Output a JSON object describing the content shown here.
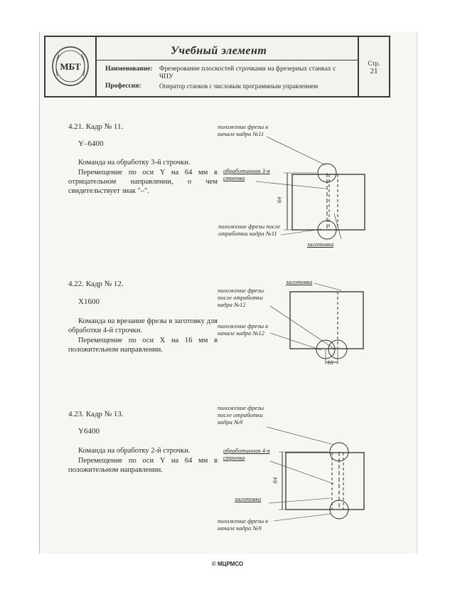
{
  "header": {
    "title": "Учебный элемент",
    "name_label": "Наименование:",
    "name_value": "Фрезерование плоскостей строчками на фрезерных станках с ЧПУ",
    "profession_label": "Профессия:",
    "profession_value": "Оператор станков с числовым программным управлением",
    "page_label": "Стр.",
    "page_number": "21",
    "logo_text": "МБТ"
  },
  "sections": [
    {
      "title": "4.21. Кадр № 11.",
      "code": "Y–6400",
      "para1": "Команда на обработку 3-й строчки.",
      "para2": "Перемещение по оси Y на 64 мм в отрицательном направлении, о чем свидетельствует знак \"–\".",
      "notes": {
        "start": "положение фрезы в начале кадра №11",
        "machined": "обработанная 3-я строчка",
        "end": "положение фрезы после отработки кадра №11",
        "blank": "заготовка",
        "dim": "64"
      }
    },
    {
      "title": "4.22. Кадр № 12.",
      "code": "X1600",
      "para1": "Команда на врезание фрезы в заготовку для обработки 4-й строчки.",
      "para2": "Перемещение по оси X на 16 мм в положительном направлении.",
      "notes": {
        "blank": "заготовка",
        "after": "положение фрезы после отработки кадра №12",
        "start": "положение фрезы в начале кадра №12",
        "dim": "16"
      }
    },
    {
      "title": "4.23. Кадр № 13.",
      "code": "Y6400",
      "para1": "Команда на обработку 2-й строчки.",
      "para2": "Перемещение по оси Y на 64 мм в положительном направлении.",
      "notes": {
        "after": "положение фрезы после отработки кадра №9",
        "machined": "обработанная 4-я строчка",
        "blank": "заготовка",
        "start": "положение фрезы в начале кадра №9",
        "dim": "64"
      }
    }
  ],
  "footer": "© МЦРМСО"
}
